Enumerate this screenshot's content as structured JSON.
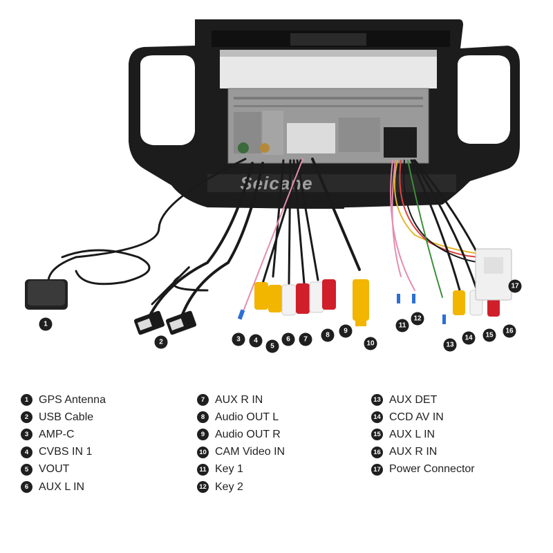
{
  "watermark": "Seicane",
  "colors": {
    "badge": "#1f1f1f",
    "rca_red": "#d01f2a",
    "rca_white": "#f2f2f2",
    "rca_yellow": "#f2b500",
    "wire_black": "#1a1a1a",
    "wire_pink": "#e58cb0",
    "wire_blue": "#2b6fd6",
    "frame": "#1c1c1c",
    "chassis": "#9a9a9a"
  },
  "connectors": [
    {
      "num": "1",
      "label": "GPS Antenna",
      "icon": "gps-antenna-puck"
    },
    {
      "num": "2",
      "label": "USB Cable",
      "icon": "usb-plug"
    },
    {
      "num": "3",
      "label": "AMP-C",
      "icon": "wire-tip"
    },
    {
      "num": "4",
      "label": "CVBS IN 1",
      "icon": "rca-yellow"
    },
    {
      "num": "5",
      "label": "VOUT",
      "icon": "rca-yellow"
    },
    {
      "num": "6",
      "label": "AUX L IN",
      "icon": "rca-white"
    },
    {
      "num": "7",
      "label": "AUX R IN",
      "icon": "rca-red"
    },
    {
      "num": "8",
      "label": "Audio OUT L",
      "icon": "rca-white"
    },
    {
      "num": "9",
      "label": "Audio OUT R",
      "icon": "rca-red"
    },
    {
      "num": "10",
      "label": "CAM Video IN",
      "icon": "rca-yellow"
    },
    {
      "num": "11",
      "label": "Key 1",
      "icon": "wire-tip"
    },
    {
      "num": "12",
      "label": "Key 2",
      "icon": "wire-tip"
    },
    {
      "num": "13",
      "label": "AUX DET",
      "icon": "wire-tip"
    },
    {
      "num": "14",
      "label": "CCD AV IN",
      "icon": "rca-yellow"
    },
    {
      "num": "15",
      "label": "AUX L IN",
      "icon": "rca-white"
    },
    {
      "num": "16",
      "label": "AUX R IN",
      "icon": "rca-red"
    },
    {
      "num": "17",
      "label": "Power Connector",
      "icon": "power-plug"
    }
  ],
  "legend_columns": [
    [
      0,
      1,
      2,
      3,
      4,
      5
    ],
    [
      6,
      7,
      8,
      9,
      10,
      11
    ],
    [
      12,
      13,
      14,
      15,
      16
    ]
  ]
}
